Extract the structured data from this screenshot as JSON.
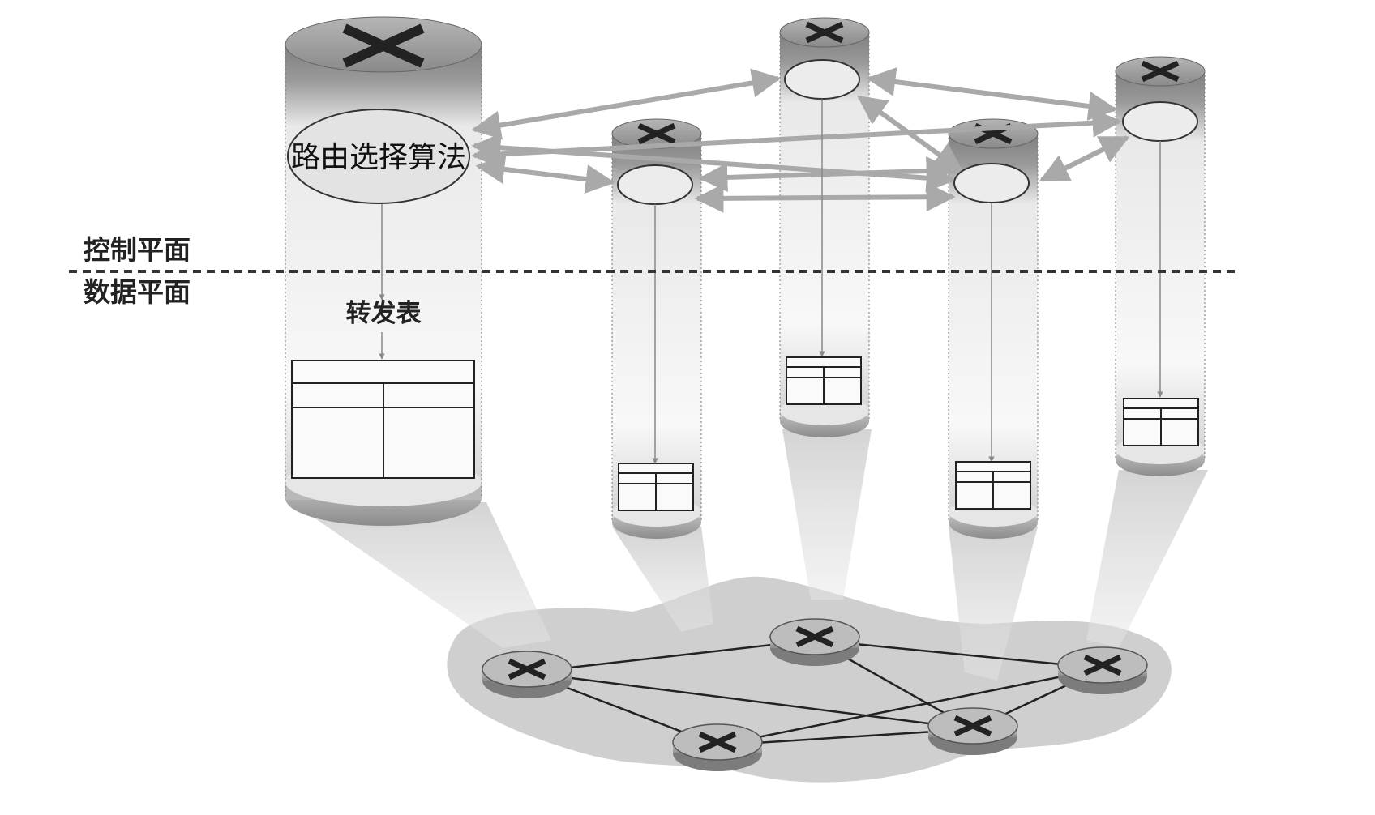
{
  "labels": {
    "control_plane": "控制平面",
    "data_plane": "数据平面",
    "routing_algorithm": "路由选择算法",
    "forwarding_table": "转发表"
  },
  "colors": {
    "cylinder_dark": "#8a8a8a",
    "cylinder_light": "#f4f4f4",
    "arrow_gray": "#a9a9a9",
    "network_blob": "#cfcfcf",
    "link": "#222222",
    "dashed_line": "#333333"
  },
  "icons": {
    "router": "router-cross-icon",
    "table": "forwarding-table-icon"
  },
  "routers": [
    {
      "id": "big-left"
    },
    {
      "id": "r2"
    },
    {
      "id": "r3"
    },
    {
      "id": "r4"
    },
    {
      "id": "r5"
    }
  ],
  "network_links": [
    [
      "n1",
      "n2"
    ],
    [
      "n1",
      "n4"
    ],
    [
      "n1",
      "n5"
    ],
    [
      "n2",
      "n3"
    ],
    [
      "n2",
      "n5"
    ],
    [
      "n3",
      "n5"
    ],
    [
      "n3",
      "n4"
    ],
    [
      "n4",
      "n5"
    ]
  ]
}
